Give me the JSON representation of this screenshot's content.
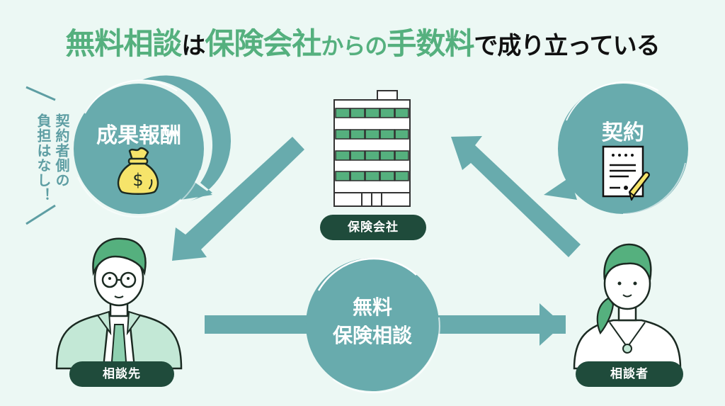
{
  "title": {
    "segments": [
      {
        "text": "無料相談",
        "style": "green"
      },
      {
        "text": "は",
        "style": "black"
      },
      {
        "text": "保険会社",
        "style": "green"
      },
      {
        "text": "からの",
        "style": "green-small"
      },
      {
        "text": "手数料",
        "style": "green"
      },
      {
        "text": "で成り立っている",
        "style": "black"
      }
    ]
  },
  "side_note": {
    "line1": "契約者側の",
    "line2": "負担はなし！"
  },
  "bubbles": {
    "reward": {
      "label": "成果報酬",
      "icon": "money-bag-icon"
    },
    "contract": {
      "label": "契約",
      "icon": "contract-document-icon"
    },
    "consultation": {
      "line1": "無料",
      "line2": "保険相談"
    }
  },
  "nodes": {
    "insurance_company": {
      "label": "保険会社",
      "icon": "office-building-icon"
    },
    "advisor": {
      "label": "相談先",
      "icon": "man-with-glasses-icon"
    },
    "client": {
      "label": "相談者",
      "icon": "woman-icon"
    }
  },
  "colors": {
    "background": "#ecf8f4",
    "accent_green": "#55b07e",
    "teal": "#68abad",
    "label_dark": "#1f4b3b",
    "money_yellow": "#f6e46a"
  }
}
